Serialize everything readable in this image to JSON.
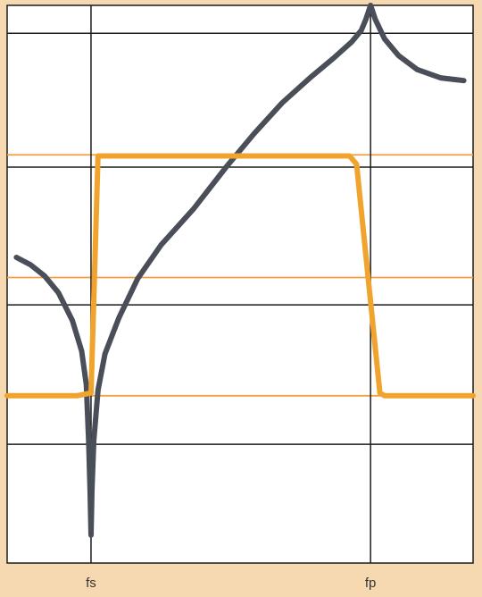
{
  "chart_data": {
    "type": "line",
    "title": "",
    "xlabel": "",
    "ylabel": "",
    "x_ticks": [
      {
        "label": "fs",
        "x": 0.18
      },
      {
        "label": "fp",
        "x": 0.78
      }
    ],
    "xlim": [
      0,
      1
    ],
    "ylim": [
      0,
      1
    ],
    "gridlines_y": [
      0.213,
      0.463,
      0.71,
      0.95
    ],
    "reference_lines_y": [
      0.3,
      0.512,
      0.732
    ],
    "grid": true,
    "legend": "none",
    "series": [
      {
        "color": "#4a4e59",
        "points": [
          [
            0.02,
            0.548
          ],
          [
            0.05,
            0.535
          ],
          [
            0.08,
            0.515
          ],
          [
            0.11,
            0.485
          ],
          [
            0.14,
            0.435
          ],
          [
            0.16,
            0.38
          ],
          [
            0.17,
            0.32
          ],
          [
            0.175,
            0.22
          ],
          [
            0.178,
            0.13
          ],
          [
            0.18,
            0.05
          ],
          [
            0.182,
            0.13
          ],
          [
            0.186,
            0.22
          ],
          [
            0.195,
            0.31
          ],
          [
            0.21,
            0.375
          ],
          [
            0.24,
            0.44
          ],
          [
            0.28,
            0.51
          ],
          [
            0.33,
            0.57
          ],
          [
            0.4,
            0.635
          ],
          [
            0.47,
            0.71
          ],
          [
            0.53,
            0.77
          ],
          [
            0.59,
            0.825
          ],
          [
            0.65,
            0.87
          ],
          [
            0.7,
            0.905
          ],
          [
            0.74,
            0.935
          ],
          [
            0.76,
            0.955
          ],
          [
            0.77,
            0.975
          ],
          [
            0.78,
            1.0
          ],
          [
            0.79,
            0.975
          ],
          [
            0.81,
            0.94
          ],
          [
            0.84,
            0.91
          ],
          [
            0.88,
            0.885
          ],
          [
            0.93,
            0.87
          ],
          [
            0.98,
            0.865
          ]
        ]
      },
      {
        "color": "#f0a42e",
        "points": [
          [
            0.0,
            0.3
          ],
          [
            0.15,
            0.3
          ],
          [
            0.18,
            0.305
          ],
          [
            0.195,
            0.73
          ],
          [
            0.735,
            0.73
          ],
          [
            0.75,
            0.715
          ],
          [
            0.8,
            0.305
          ],
          [
            0.81,
            0.3
          ],
          [
            1.0,
            0.3
          ]
        ]
      }
    ],
    "colors": {
      "background": "#f6d9b1",
      "plot_background": "#ffffff",
      "grid": "#1c1c1c",
      "reference": "#f0a042"
    }
  }
}
